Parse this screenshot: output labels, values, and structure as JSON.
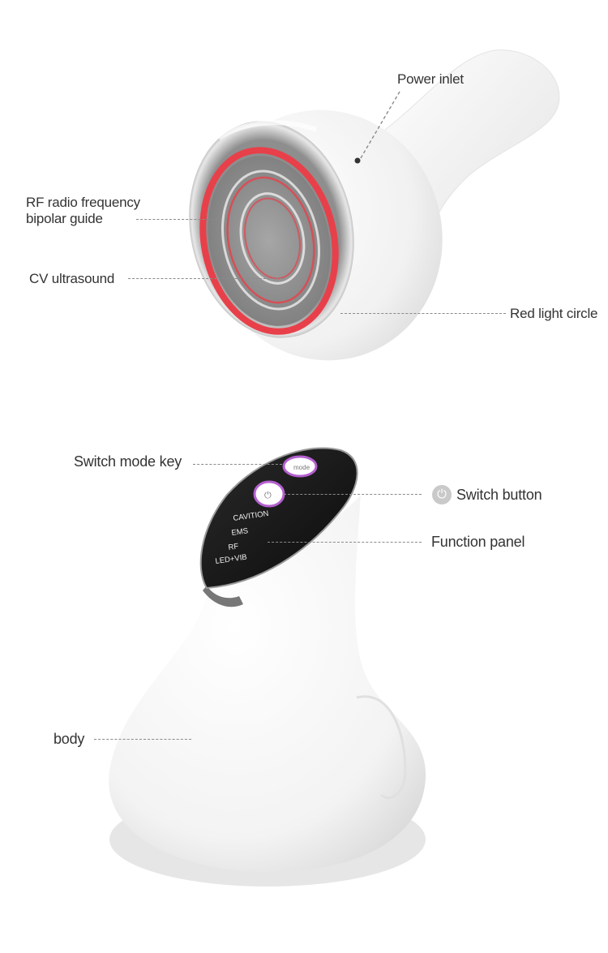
{
  "labels": {
    "power_inlet": "Power inlet",
    "rf_line1": "RF radio frequency",
    "rf_line2": "bipolar guide",
    "cv_ultrasound": "CV ultrasound",
    "red_light_circle": "Red light circle",
    "switch_mode_key": "Switch mode key",
    "switch_button": "Switch button",
    "function_panel": "Function panel",
    "body": "body"
  },
  "panel_items": [
    "CAVITION",
    "EMS",
    "RF",
    "LED+VIB"
  ],
  "icons": {
    "switch_button_icon": "power-icon",
    "mode_key_icon": "mode-icon"
  },
  "colors": {
    "red_light": "#e8404a",
    "button_ring": "#b560d0",
    "panel": "#141414",
    "body": "#f4f4f4",
    "label_text": "#333333",
    "leader": "#8a8a8a"
  }
}
